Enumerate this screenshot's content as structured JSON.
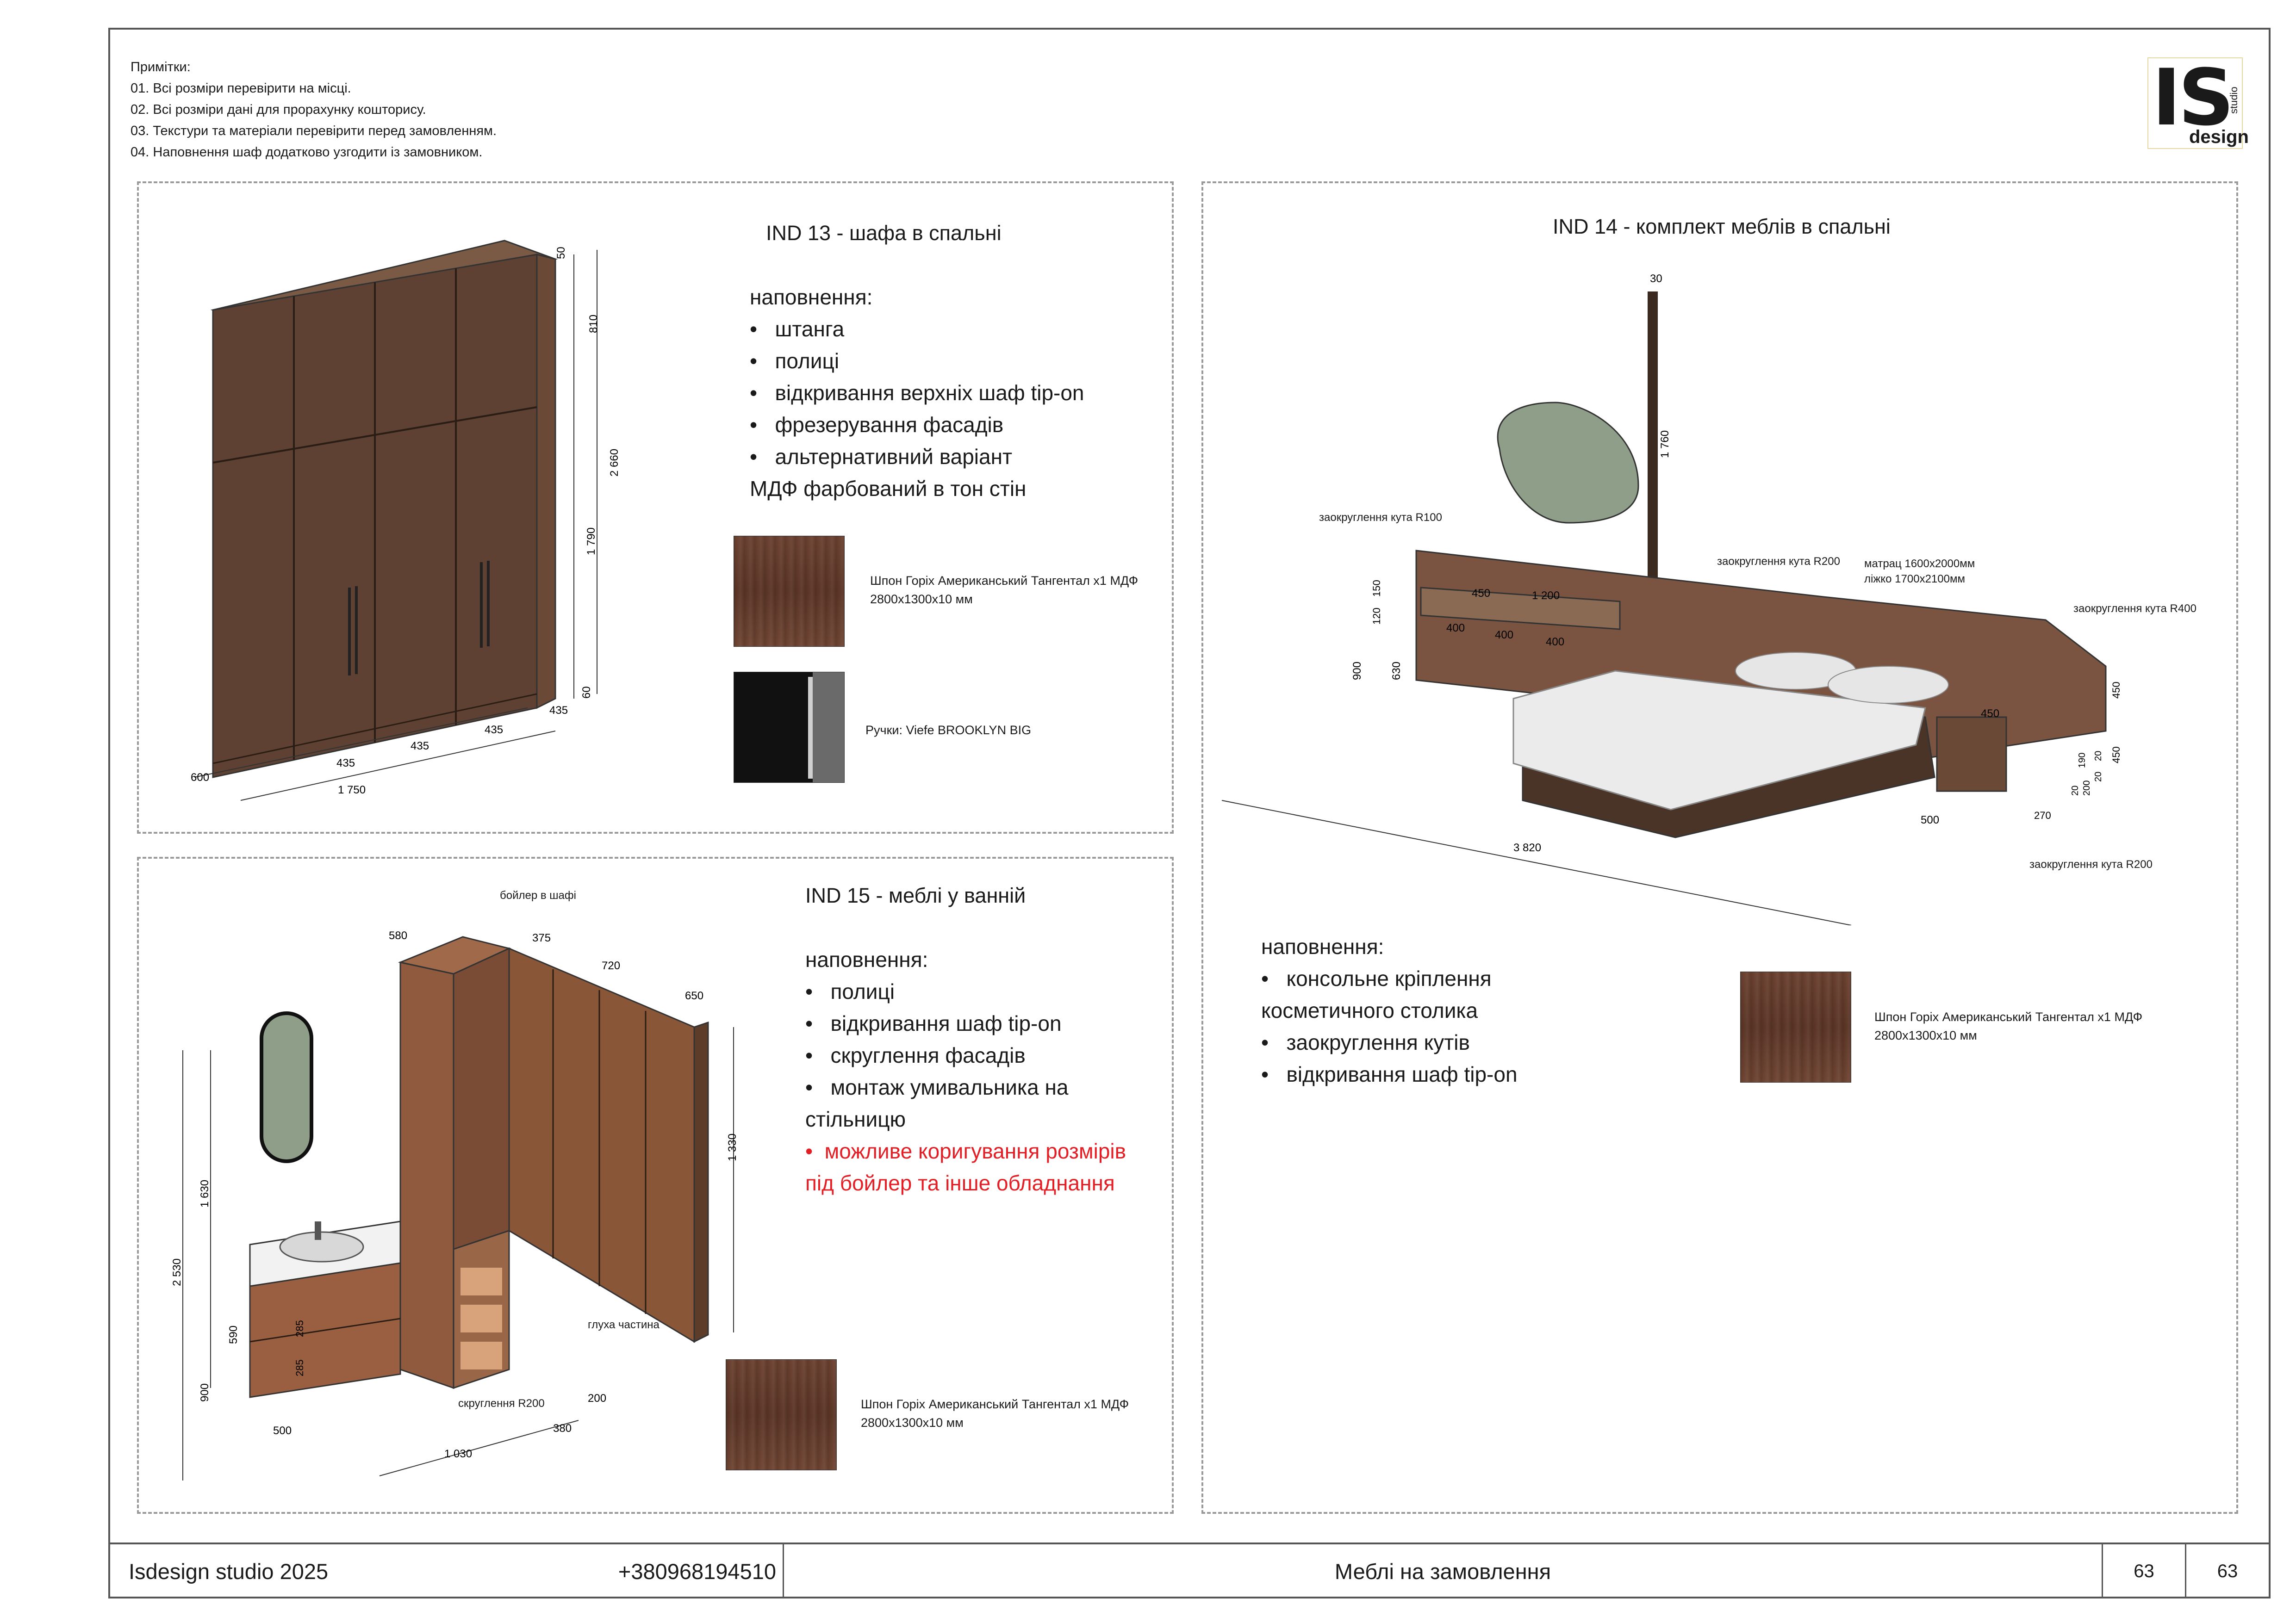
{
  "notes": {
    "heading": "Примітки:",
    "items": [
      "01. Всі розміри перевірити на місці.",
      "02. Всі розміри дані для прорахунку кошторису.",
      "03. Текстури та матеріали перевірити перед замовленням.",
      "04. Наповнення шаф додатково узгодити із замовником."
    ]
  },
  "logo": {
    "main": "IS",
    "sub": "design",
    "vertical": "studio"
  },
  "ind13": {
    "title": "IND 13 - шафа в спальні",
    "fill_heading": "наповнення:",
    "fill_items": [
      "штанга",
      "полиці",
      "відкривання верхніх шаф tip-on",
      "фрезерування фасадів",
      "альтернативний варіант"
    ],
    "fill_tail": "МДФ фарбований в тон стін",
    "material1": {
      "line1": "Шпон Горіх Американський Тангентал x1 МДФ",
      "line2": "2800x1300x10 мм"
    },
    "material2": "Ручки: Viefe BROOKLYN BIG",
    "dims": {
      "top": "50",
      "upper": "810",
      "total": "2 660",
      "lower": "1 790",
      "plinth": "60",
      "depth": "600",
      "w1": "435",
      "w2": "435",
      "w3": "435",
      "w4": "435",
      "width": "1 750"
    }
  },
  "ind14": {
    "title": "IND 14 - комплект меблів в спальні",
    "fill_heading": "наповнення:",
    "fill_items": [
      "консольне кріплення",
      "заокруглення кутів",
      "відкривання  шаф tip-on"
    ],
    "fill_cont": "косметичного столика",
    "material": {
      "line1": "Шпон Горіх Американський Тангентал x1 МДФ",
      "line2": "2800x1300x10 мм"
    },
    "labels": {
      "r100": "заокруглення кута R100",
      "r200a": "заокруглення кута R200",
      "mattress1": "матрац 1600x2000мм",
      "mattress2": "ліжко 1700x2100мм",
      "r400": "заокруглення кута R400",
      "r200b": "заокруглення кута R200"
    },
    "dims": {
      "d30": "30",
      "d1760": "1 760",
      "d450a": "450",
      "d1200": "1 200",
      "d400a": "400",
      "d400b": "400",
      "d400c": "400",
      "d150": "150",
      "d120": "120",
      "d900": "900",
      "d630": "630",
      "d3820": "3 820",
      "d500": "500",
      "d450b": "450",
      "d450c": "450",
      "d450d": "450",
      "d190": "190",
      "d20a": "20",
      "d20b": "20",
      "d200": "200",
      "d20c": "20",
      "d270": "270"
    }
  },
  "ind15": {
    "title": "IND 15 - меблі у ванній",
    "fill_heading": "наповнення:",
    "fill_items": [
      "полиці",
      "відкривання шаф tip-on",
      "скруглення фасадів",
      "монтаж умивальника на"
    ],
    "fill_cont": "стільницю",
    "red_line1": "можливе коригування розмірів",
    "red_line2": "під бойлер та інше обладнання",
    "material": {
      "line1": "Шпон Горіх Американський Тангентал x1 МДФ",
      "line2": "2800x1300x10 мм"
    },
    "labels": {
      "boiler": "бойлер в шафі",
      "blind": "глуха частина",
      "r200": "скруглення R200"
    },
    "dims": {
      "d580": "580",
      "d375": "375",
      "d720": "720",
      "d650": "650",
      "d1330": "1 330",
      "d1630": "1 630",
      "d2530": "2 530",
      "d590": "590",
      "d285a": "285",
      "d285b": "285",
      "d900": "900",
      "d500": "500",
      "d1030": "1 030",
      "d380": "380",
      "d200": "200"
    }
  },
  "footer": {
    "studio": "Isdesign studio 2025",
    "phone": "+380968194510",
    "title": "Меблі на замовлення",
    "page1": "63",
    "page2": "63"
  }
}
